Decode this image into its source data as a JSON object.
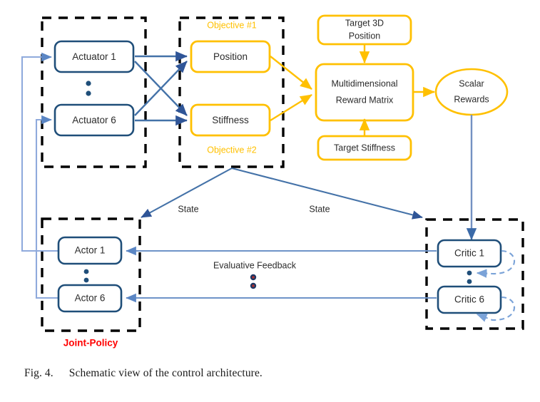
{
  "figure": {
    "caption_number": "Fig. 4.",
    "caption_text": "Schematic view of the control architecture."
  },
  "colors": {
    "blue_node_border": "#1F4E79",
    "blue_arrow": "#4472A8",
    "light_blue_feedback": "#8FAADC",
    "yellow_node_border": "#FFC000",
    "dashed_group_border": "#000000",
    "policy_label_red": "#FF0000",
    "text": "#2B2B2B",
    "background": "#FFFFFF"
  },
  "groups": {
    "actuators": {
      "label": ""
    },
    "objectives": {
      "label_top": "Objective #1",
      "label_bottom": "Objective #2"
    },
    "joint_policy": {
      "label": "Joint-Policy"
    },
    "critics": {
      "label": ""
    }
  },
  "nodes": {
    "actuator_1": "Actuator 1",
    "actuator_6": "Actuator 6",
    "position": "Position",
    "stiffness": "Stiffness",
    "target_3d_position": "Target 3D\nPosition",
    "target_3d_position_line1": "Target 3D",
    "target_3d_position_line2": "Position",
    "reward_matrix_line1": "Multidimensional",
    "reward_matrix_line2": "Reward Matrix",
    "target_stiffness": "Target Stiffness",
    "scalar_rewards_line1": "Scalar",
    "scalar_rewards_line2": "Rewards",
    "actor_1": "Actor 1",
    "actor_6": "Actor 6",
    "critic_1": "Critic 1",
    "critic_6": "Critic 6"
  },
  "edges": {
    "state_left": "State",
    "state_right": "State",
    "evaluative_feedback": "Evaluative Feedback"
  }
}
